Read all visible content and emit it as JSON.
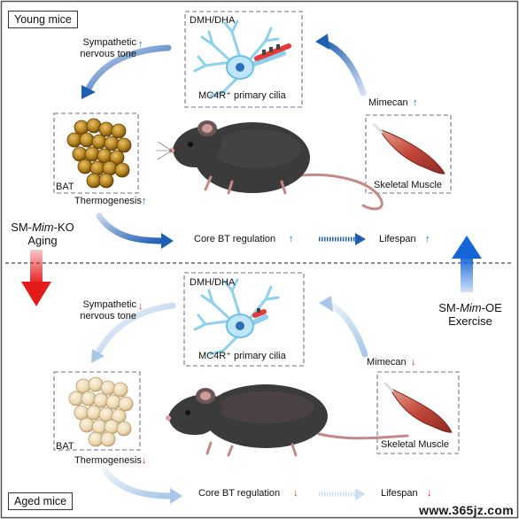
{
  "top_panel": {
    "title": "Young mice",
    "neuron_region": "DMH/DHA",
    "neuron_caption": "MC4R⁺ primary cilia",
    "sympathetic": "Sympathetic\nnervous tone",
    "bat_label": "BAT",
    "thermogenesis": "Thermogenesis",
    "mimecan": "Mimecan",
    "muscle": "Skeletal Muscle",
    "core_bt": "Core BT regulation",
    "lifespan": "Lifespan",
    "direction": "up",
    "color": "#1f5fb3"
  },
  "bottom_panel": {
    "title": "Aged mice",
    "neuron_region": "DMH/DHA",
    "neuron_caption": "MC4R⁺ primary cilia",
    "sympathetic": "Sympathetic\nnervous tone",
    "bat_label": "BAT",
    "thermogenesis": "Thermogenesis",
    "mimecan": "Mimecan",
    "muscle": "Skeletal Muscle",
    "core_bt": "Core BT regulation",
    "lifespan": "Lifespan",
    "direction": "down",
    "color": "#d62020"
  },
  "left_condition": {
    "line1_prefix": "SM-",
    "line1_italic": "Mim",
    "line1_suffix": "-KO",
    "line2": "Aging",
    "arrow_color": "#e31b1b"
  },
  "right_condition": {
    "line1_prefix": "SM-",
    "line1_italic": "Mim",
    "line1_suffix": "-OE",
    "line2": "Exercise",
    "arrow_color": "#1565d8"
  },
  "watermark": "www.365jz.com",
  "icons": [
    "up-arrow-icon",
    "down-arrow-icon",
    "neuron-icon",
    "mouse-icon",
    "muscle-icon",
    "fat-cells-icon"
  ]
}
